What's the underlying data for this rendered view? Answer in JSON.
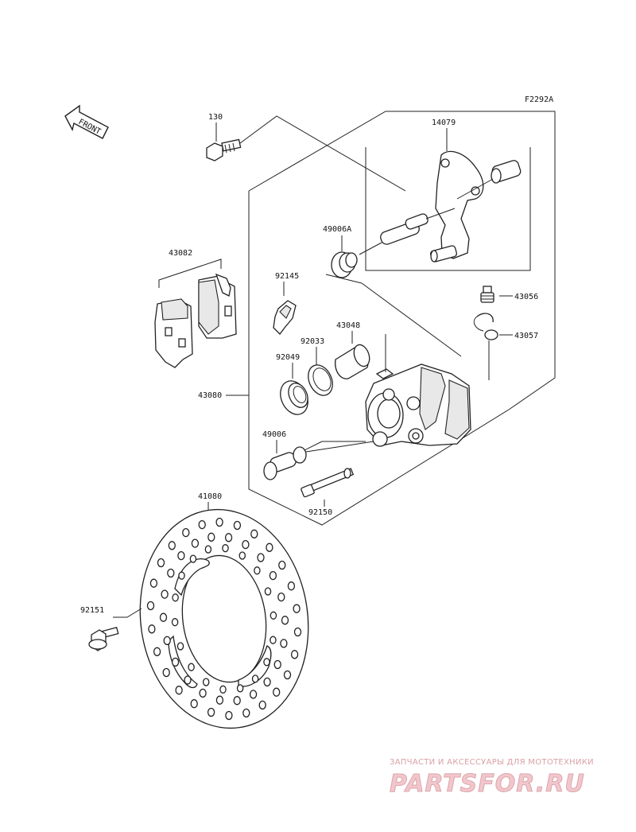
{
  "diagram_code": "F2292A",
  "front_label": "FRONT",
  "parts": {
    "p130": "130",
    "p14079": "14079",
    "p49006A": "49006A",
    "p43082": "43082",
    "p92145": "92145",
    "p43048": "43048",
    "p92033": "92033",
    "p92049": "92049",
    "p43056": "43056",
    "p43057": "43057",
    "p43080": "43080",
    "p49006": "49006",
    "p92150": "92150",
    "p41080": "41080",
    "p92151": "92151"
  },
  "watermark": {
    "line1": "ЗАПЧАСТИ И АКСЕССУАРЫ ДЛЯ МОТОТЕХНИКИ",
    "brand": "PARTSFOR.RU"
  },
  "colors": {
    "ink": "#222222",
    "watermark": "#e2a9b0"
  }
}
